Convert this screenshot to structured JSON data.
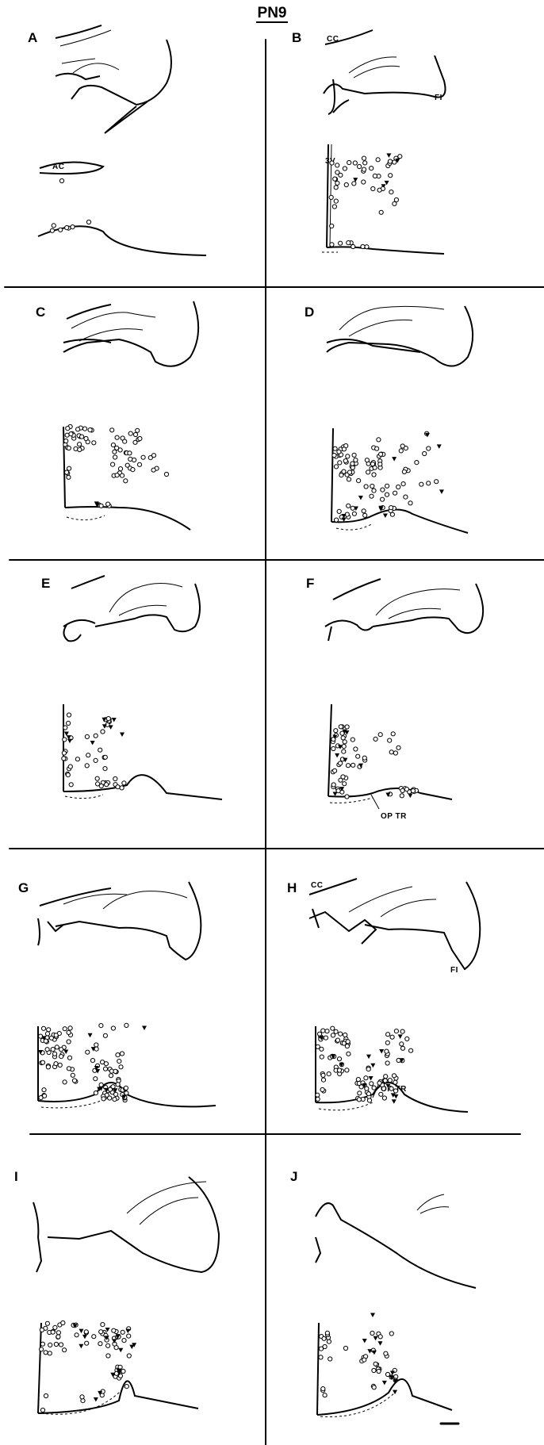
{
  "figure": {
    "title": "PN9",
    "panels": [
      {
        "id": "A",
        "labels": [
          "AC"
        ]
      },
      {
        "id": "B",
        "labels": [
          "CC",
          "FI",
          "3V"
        ]
      },
      {
        "id": "C",
        "labels": []
      },
      {
        "id": "D",
        "labels": []
      },
      {
        "id": "E",
        "labels": []
      },
      {
        "id": "F",
        "labels": [
          "OP TR"
        ]
      },
      {
        "id": "G",
        "labels": []
      },
      {
        "id": "H",
        "labels": [
          "CC",
          "FI",
          "OP TR"
        ]
      },
      {
        "id": "I",
        "labels": []
      },
      {
        "id": "J",
        "labels": []
      }
    ]
  },
  "marker_legend": {
    "open_circle": "circle-marker",
    "filled_triangle": "triangle-marker"
  }
}
